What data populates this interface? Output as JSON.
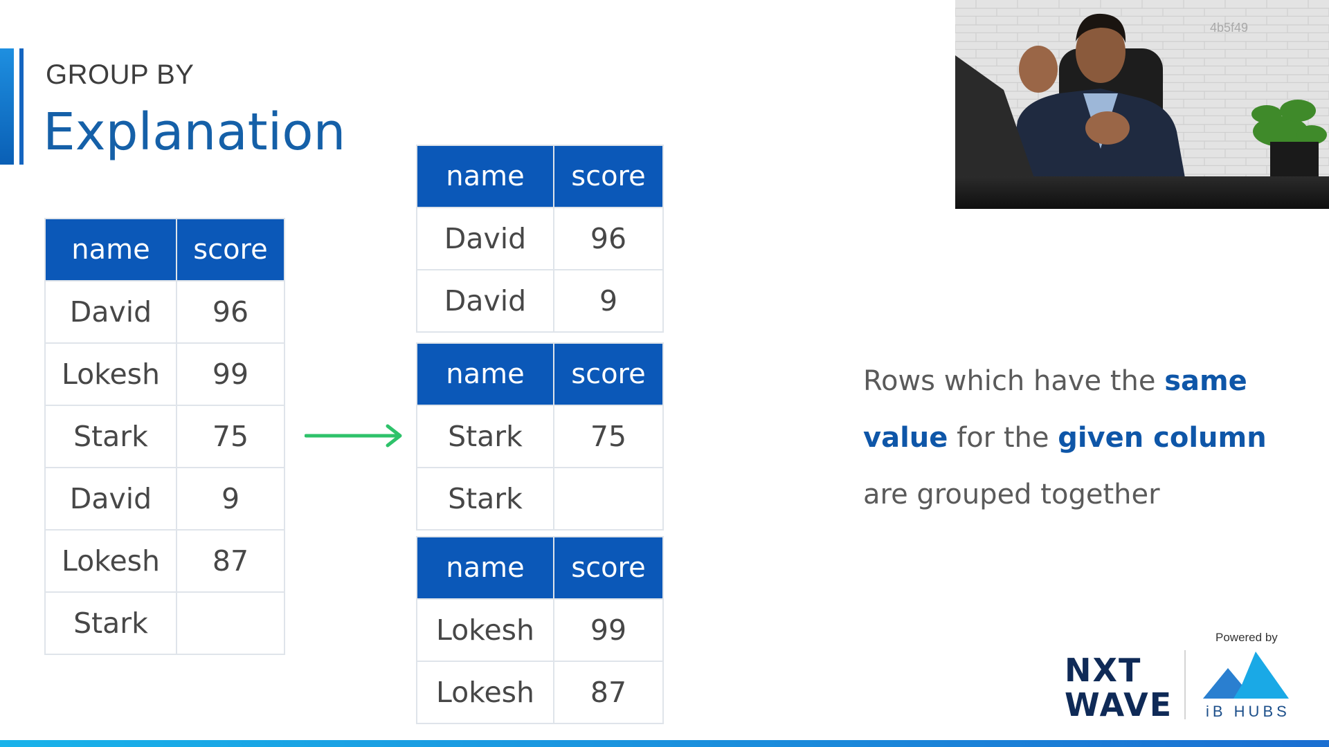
{
  "title": {
    "small": "GROUP BY",
    "large": "Explanation"
  },
  "headers": {
    "name": "name",
    "score": "score"
  },
  "original_table": {
    "rows": [
      {
        "name": "David",
        "score": "96",
        "group": "david"
      },
      {
        "name": "Lokesh",
        "score": "99",
        "group": "lokesh"
      },
      {
        "name": "Stark",
        "score": "75",
        "group": "stark"
      },
      {
        "name": "David",
        "score": "9",
        "group": "david"
      },
      {
        "name": "Lokesh",
        "score": "87",
        "group": "lokesh"
      },
      {
        "name": "Stark",
        "score": "",
        "group": "stark"
      }
    ]
  },
  "grouped_tables": [
    {
      "rows": [
        {
          "name": "David",
          "score": "96"
        },
        {
          "name": "David",
          "score": "9"
        }
      ]
    },
    {
      "rows": [
        {
          "name": "Stark",
          "score": "75"
        },
        {
          "name": "Stark",
          "score": ""
        }
      ]
    },
    {
      "rows": [
        {
          "name": "Lokesh",
          "score": "99"
        },
        {
          "name": "Lokesh",
          "score": "87"
        }
      ]
    }
  ],
  "explanation": {
    "p1": "Rows which have the ",
    "h1": "same",
    "p2": " ",
    "h2": "value",
    "p3": " for the ",
    "h3": "given column",
    "p4": " are grouped together"
  },
  "video": {
    "code": "4b5f49"
  },
  "branding": {
    "powered_by": "Powered by",
    "nxt_line1": "NXT",
    "nxt_line2": "WAVE",
    "ib_hubs": "iB HUBS"
  },
  "colors": {
    "header_bg": "#0b58b8",
    "david_group": "#b5c8ed",
    "lokesh_group": "#cce7fb",
    "stark_group": "#f3cfd3",
    "highlight_text": "#0e56a8",
    "arrow": "#2ec26a"
  },
  "icons": {
    "arrow": "right-arrow-icon"
  }
}
